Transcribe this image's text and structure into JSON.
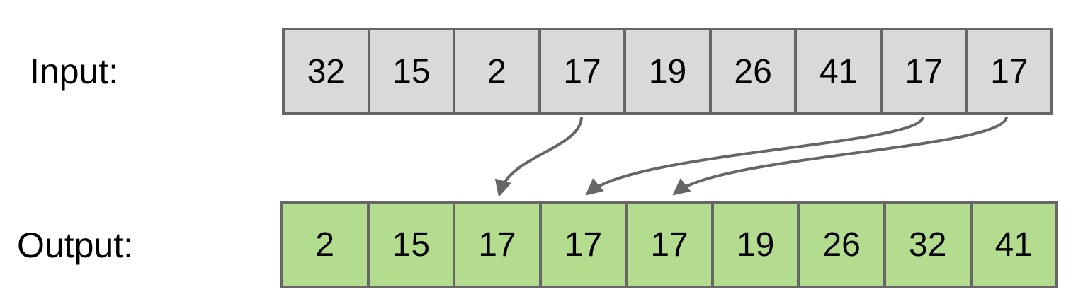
{
  "labels": {
    "input": "Input:",
    "output": "Output:"
  },
  "input_values": [
    "32",
    "15",
    "2",
    "17",
    "19",
    "26",
    "41",
    "17",
    "17"
  ],
  "output_values": [
    "2",
    "15",
    "17",
    "17",
    "17",
    "19",
    "26",
    "32",
    "41"
  ],
  "colors": {
    "input_cell_fill": "#d9d9d9",
    "output_cell_fill": "#b3dc8f",
    "border": "#666666",
    "arrow": "#666666"
  },
  "mappings": [
    {
      "from_index": 3,
      "to_index": 2
    },
    {
      "from_index": 7,
      "to_index": 3
    },
    {
      "from_index": 8,
      "to_index": 4
    }
  ]
}
